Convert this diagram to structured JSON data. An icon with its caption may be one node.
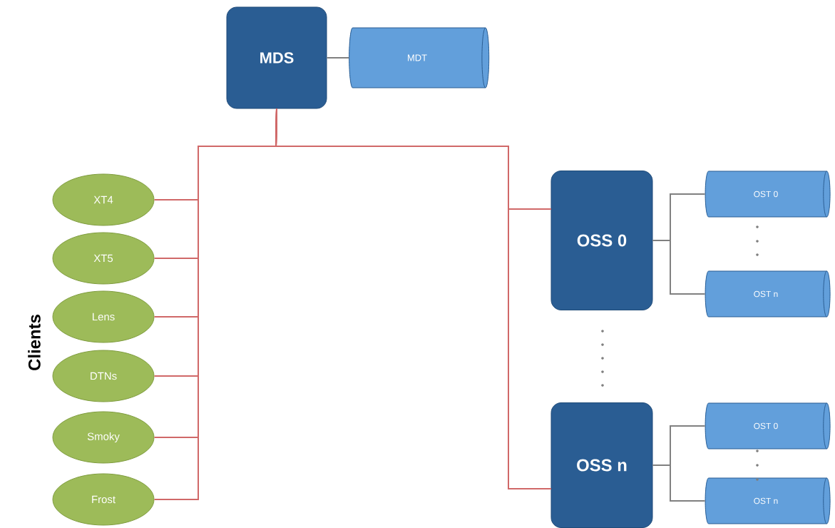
{
  "diagram": {
    "nodes": [
      {
        "text": [
          "MDS"
        ]
      },
      {
        "text": [
          "MDT"
        ]
      },
      {
        "text": [
          "XT4"
        ]
      },
      {
        "text": [
          "XT5"
        ]
      },
      {
        "text": [
          "Lens"
        ]
      },
      {
        "text": [
          "DTNs"
        ]
      },
      {
        "text": [
          "Smoky"
        ]
      },
      {
        "text": [
          "Frost"
        ]
      },
      {
        "text": [
          "OSS 0"
        ]
      },
      {
        "text": [
          "OST 0"
        ]
      },
      {
        "text": [
          "OST n"
        ]
      },
      {
        "text": [
          "OSS n"
        ]
      },
      {
        "text": [
          "OST 0"
        ]
      },
      {
        "text": [
          "OST n"
        ]
      }
    ],
    "edges": [
      {
        "from": 0,
        "to": 1,
        "arrow": "none",
        "color": "#808080"
      },
      {
        "from": 0,
        "to": 2,
        "arrow": "none"
      },
      {
        "from": 0,
        "to": 3,
        "arrow": "none"
      },
      {
        "from": 0,
        "to": 4,
        "arrow": "none"
      },
      {
        "from": 0,
        "to": 5,
        "arrow": "none"
      },
      {
        "from": 0,
        "to": 6,
        "arrow": "none"
      },
      {
        "from": 0,
        "to": 7,
        "arrow": "none"
      },
      {
        "from": 0,
        "to": 8,
        "arrow": "none"
      },
      {
        "from": 0,
        "to": 11,
        "arrow": "none"
      },
      {
        "from": 8,
        "to": 9,
        "arrow": "none",
        "color": "#808080"
      },
      {
        "from": 8,
        "to": 10,
        "arrow": "none",
        "color": "#808080"
      },
      {
        "from": 11,
        "to": 12,
        "arrow": "none",
        "color": "#808080"
      },
      {
        "from": 11,
        "to": 13,
        "arrow": "none",
        "color": "#808080"
      }
    ],
    "labels": [
      "Clients"
    ]
  }
}
